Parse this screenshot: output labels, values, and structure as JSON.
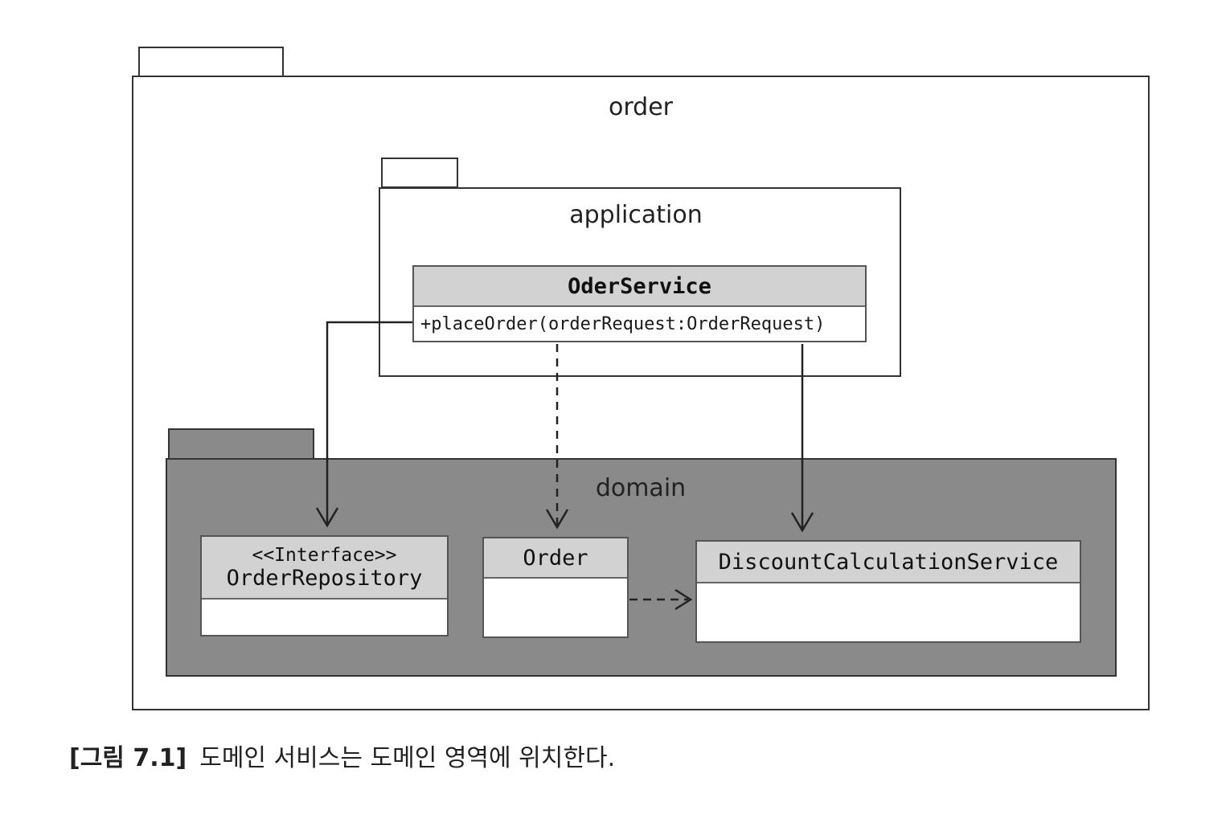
{
  "packages": {
    "order": {
      "label": "order"
    },
    "application": {
      "label": "application"
    },
    "domain": {
      "label": "domain"
    }
  },
  "classes": {
    "oder_service": {
      "name": "OderService",
      "operation": "+placeOrder(orderRequest:OrderRequest)"
    },
    "order_repository": {
      "stereotype": "<<Interface>>",
      "name": "OrderRepository"
    },
    "order": {
      "name": "Order"
    },
    "discount_calculation_service": {
      "name": "DiscountCalculationService"
    }
  },
  "caption": {
    "figure_number": "[그림 7.1]",
    "text": "도메인 서비스는 도메인 영역에 위치한다."
  },
  "colors": {
    "domain_fill": "#8a8a8a",
    "class_header_fill": "#d2d2d2",
    "line": "#333333"
  }
}
